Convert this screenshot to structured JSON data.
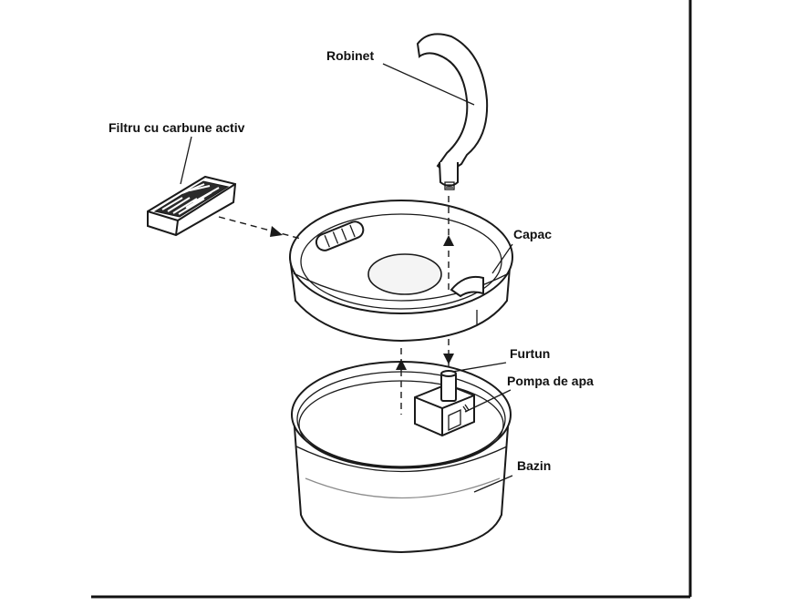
{
  "labels": {
    "robinet": "Robinet",
    "filtru": "Filtru cu carbune activ",
    "capac": "Capac",
    "furtun": "Furtun",
    "pompa": "Pompa de apa",
    "bazin": "Bazin"
  },
  "colors": {
    "line": "#1a1a1a",
    "background": "#ffffff",
    "text": "#111111"
  }
}
